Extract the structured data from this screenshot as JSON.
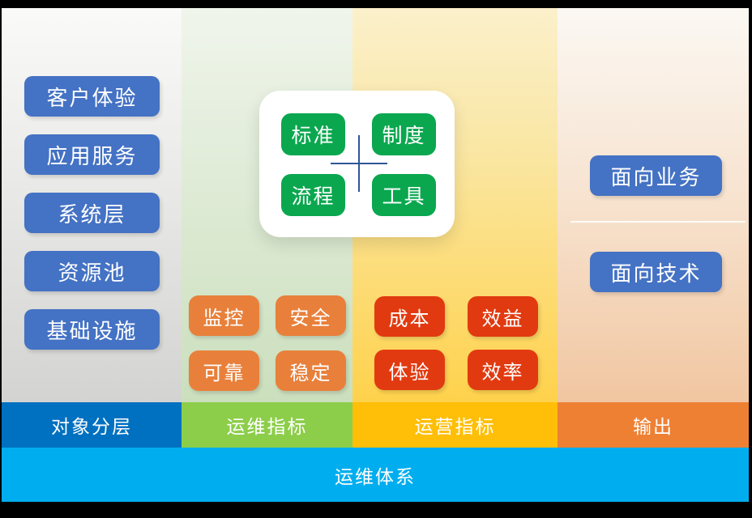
{
  "canvas": {
    "background": "#000000"
  },
  "bottom_bar": {
    "label": "运维体系",
    "color": "#00AEEF"
  },
  "center_card": {
    "bg": "#ffffff",
    "cross_color": "#2F5597",
    "items": [
      "标准",
      "制度",
      "流程",
      "工具"
    ],
    "item_color": "#0AA74F"
  },
  "columns": [
    {
      "footer_label": "对象分层",
      "footer_color": "#0070C0",
      "bg_gradient": "linear-gradient(180deg,#FAFAF8 0%,#E9E9E7 45%,#D3D3D1 100%)",
      "item_color": "#4472C4",
      "items": [
        "客户体验",
        "应用服务",
        "系统层",
        "资源池",
        "基础设施"
      ]
    },
    {
      "footer_label": "运维指标",
      "footer_color": "#8CCE4A",
      "bg_gradient": "linear-gradient(180deg,#F0F5EC 0%,#DFEBD6 45%,#CBDFBD 100%)",
      "item_color": "#E8803B",
      "items": [
        "监控",
        "安全",
        "可靠",
        "稳定"
      ]
    },
    {
      "footer_label": "运营指标",
      "footer_color": "#FFBE07",
      "bg_gradient": "linear-gradient(180deg,#FBF0CB 0%,#FAE7A5 35%,#FFD24C 100%)",
      "item_color": "#E23A10",
      "items": [
        "成本",
        "效益",
        "体验",
        "效率"
      ]
    },
    {
      "footer_label": "输出",
      "footer_color": "#EE8034",
      "bg_gradient": "linear-gradient(180deg,#FBF8F3 0%,#F7E2CE 50%,#F1C6A1 100%)",
      "item_color": "#4472C4",
      "items": [
        "面向业务",
        "面向技术"
      ]
    }
  ]
}
